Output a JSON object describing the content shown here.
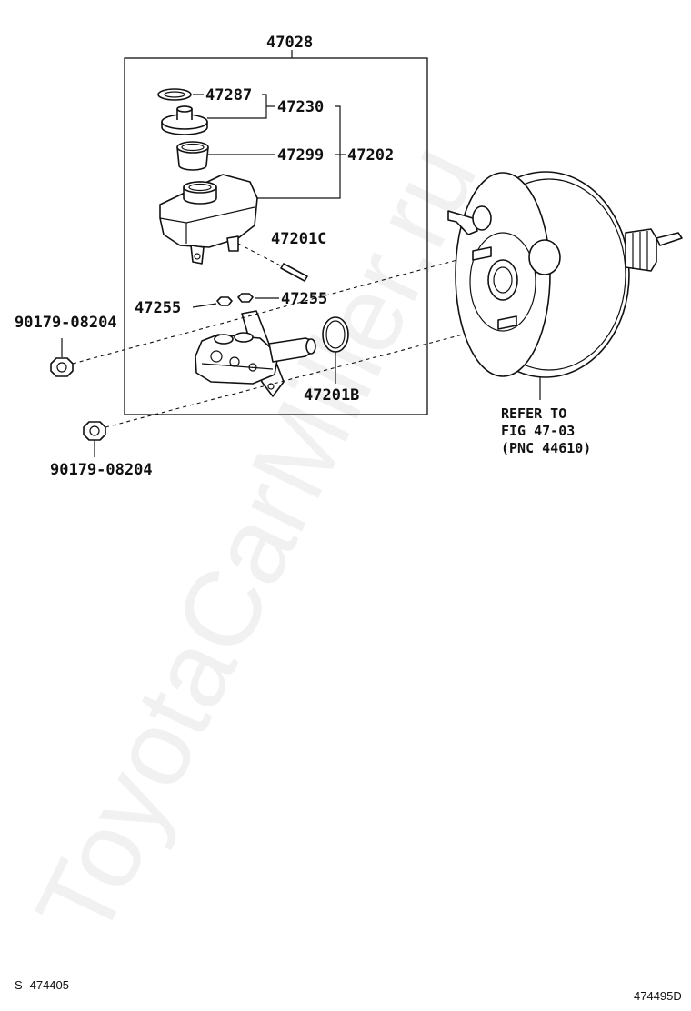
{
  "diagram": {
    "labels": {
      "assembly": "47028",
      "p47287": "47287",
      "p47230": "47230",
      "p47299": "47299",
      "p47202": "47202",
      "p47201C": "47201C",
      "p47255_left": "47255",
      "p47255_right": "47255",
      "p47201B": "47201B",
      "nut_top": "90179-08204",
      "nut_bottom": "90179-08204"
    },
    "refer": {
      "line1": "REFER TO",
      "line2": "FIG 47-03",
      "line3": "(PNC 44610)"
    },
    "watermark": "ToyotaCarMiller.ru",
    "footer": {
      "left": "S- 474405",
      "right": "474495D"
    }
  }
}
